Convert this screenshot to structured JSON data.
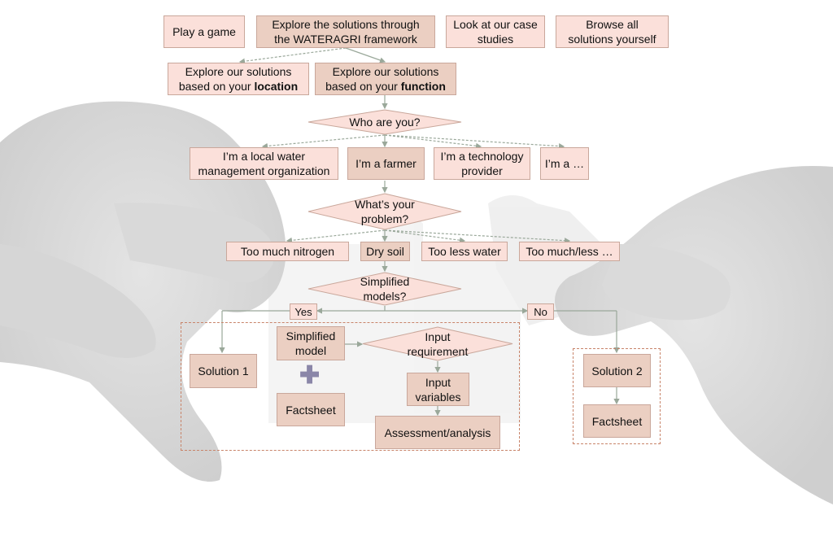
{
  "top": {
    "play": "Play a game",
    "explore_l1": "Explore the solutions through",
    "explore_l2": "the WATERAGRI framework",
    "cases_l1": "Look at our case",
    "cases_l2": "studies",
    "browse_l1": "Browse all",
    "browse_l2": "solutions yourself"
  },
  "level2": {
    "loc_l1": "Explore our solutions",
    "loc_pre": "based on your ",
    "loc_bold": "location",
    "fun_l1": "Explore our solutions",
    "fun_pre": "based on your ",
    "fun_bold": "function"
  },
  "who": {
    "question": "Who are you?",
    "water_l1": "I’m a local water",
    "water_l2": "management organization",
    "farmer": "I’m a farmer",
    "tech_l1": "I’m a technology",
    "tech_l2": "provider",
    "other": "I’m a …"
  },
  "problem": {
    "q_l1": "What’s your",
    "q_l2": "problem?",
    "nitrogen": "Too much nitrogen",
    "dry": "Dry soil",
    "water": "Too less water",
    "muchless": "Too much/less …"
  },
  "models": {
    "q_l1": "Simplified",
    "q_l2": "models?",
    "yes": "Yes",
    "no": "No",
    "solution1": "Solution 1",
    "sm_l1": "Simplified",
    "sm_l2": "model",
    "factsheet1": "Factsheet",
    "ir_l1": "Input",
    "ir_l2": "requirement",
    "iv_l1": "Input",
    "iv_l2": "variables",
    "assessment": "Assessment/analysis",
    "solution2": "Solution 2",
    "factsheet2": "Factsheet"
  },
  "colors": {
    "light_box": "#fbe0da",
    "dark_box": "#ebcfc2",
    "connector": "#9aa89a",
    "dashed_border": "#c8846a"
  }
}
